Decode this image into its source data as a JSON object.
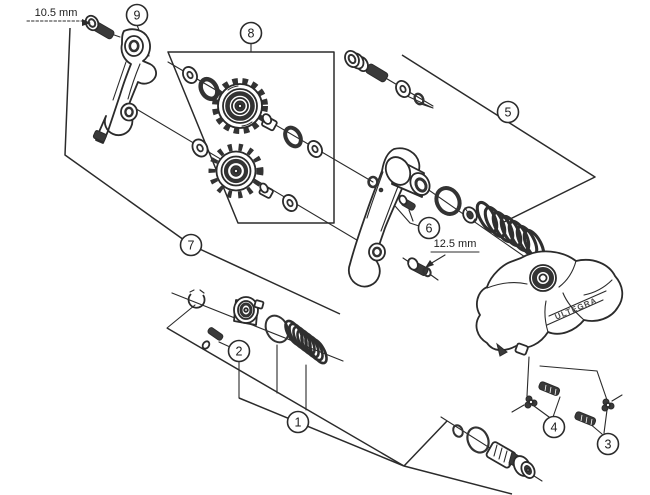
{
  "diagram": {
    "type": "exploded-parts-diagram",
    "labels": {
      "dim_top": "10.5 mm",
      "dim_mid": "12.5 mm",
      "brand": "ULTEGRA"
    },
    "callouts": {
      "c1": "1",
      "c2": "2",
      "c3": "3",
      "c4": "4",
      "c5": "5",
      "c6": "6",
      "c7": "7",
      "c8": "8",
      "c9": "9"
    },
    "colors": {
      "line": "#2b2b2b",
      "dark": "#3a3a3a",
      "bg": "#ffffff"
    }
  }
}
